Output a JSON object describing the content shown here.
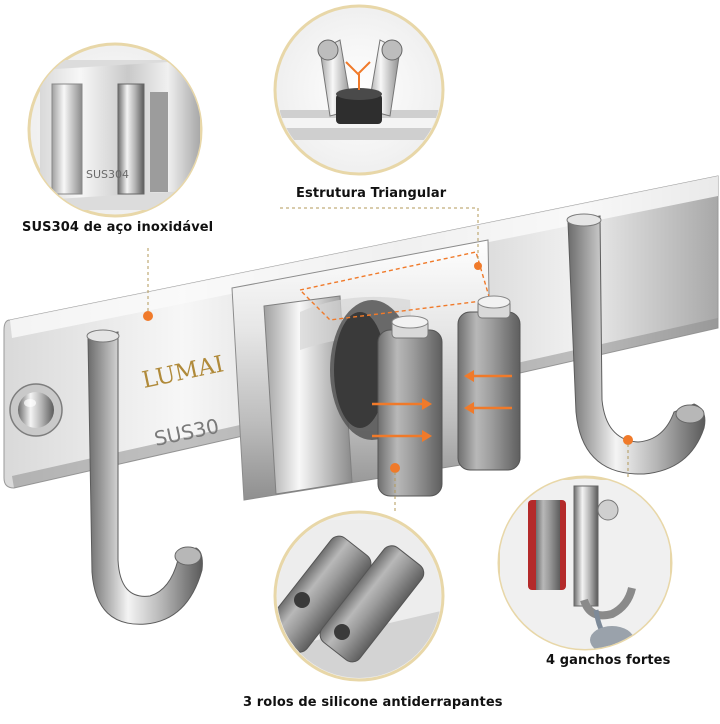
{
  "product": {
    "brand": "LUMAI",
    "engraving": "SUS30",
    "inset_engraving": "SUS304"
  },
  "callouts": {
    "material": "SUS304 de aço inoxidável",
    "structure": "Estrutura Triangular",
    "rollers": "3 rolos de silicone antiderrapantes",
    "hooks": "4 ganchos fortes"
  },
  "colors": {
    "steel_light": "#f2f2f2",
    "steel_mid": "#c8c8c8",
    "steel_dark": "#6e6e6e",
    "roller_gray": "#8e8e8e",
    "accent_orange": "#f07a2a",
    "callout_ring": "#e8d7a8",
    "text": "#111111"
  }
}
